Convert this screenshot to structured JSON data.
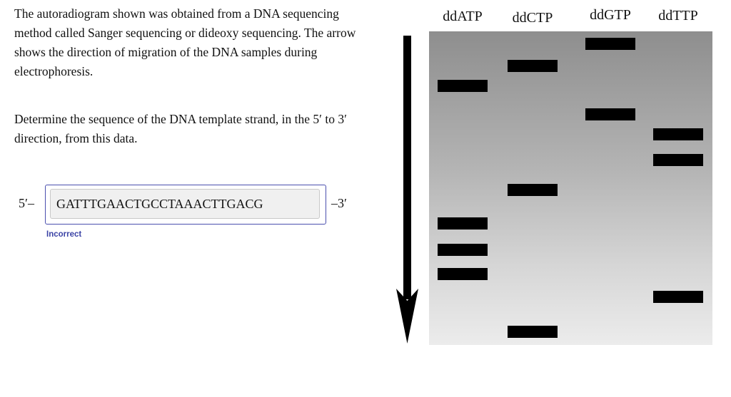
{
  "question": {
    "paragraph_1": "The autoradiogram shown was obtained from a DNA sequencing method called Sanger sequencing or dideoxy sequencing. The arrow shows the direction of migration of the DNA samples during electrophoresis.",
    "paragraph_2": "Determine the sequence of the DNA template strand, in the 5′ to 3′ direction, from this data."
  },
  "answer": {
    "prefix": "5′–",
    "value": "GATTTGAACTGCCTAAACTTGACG",
    "suffix": "–3′",
    "feedback": "Incorrect",
    "feedback_color": "#3c44a6"
  },
  "gel": {
    "lanes": [
      {
        "label": "ddATP",
        "band_rows": [
          3,
          12,
          13,
          14
        ]
      },
      {
        "label": "ddCTP",
        "band_rows": [
          2,
          9,
          17
        ]
      },
      {
        "label": "ddGTP",
        "band_rows": [
          1,
          5
        ]
      },
      {
        "label": "ddTTP",
        "band_rows": [
          6,
          7,
          15
        ]
      }
    ],
    "migration_direction": "down"
  }
}
